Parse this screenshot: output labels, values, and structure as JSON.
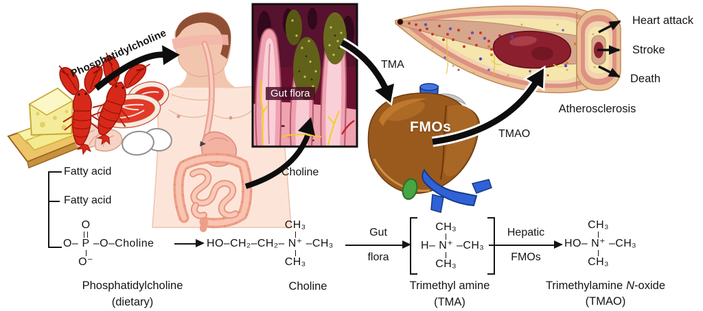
{
  "diagram": {
    "food_label": "Phosphatidylcholine",
    "gut_inset_label": "Gut flora",
    "choline_arrow_label": "Choline",
    "tma_label": "TMA",
    "liver_label": "FMOs",
    "tmao_label": "TMAO",
    "atherosclerosis_label": "Atherosclerosis",
    "outcomes": [
      "Heart attack",
      "Stroke",
      "Death"
    ]
  },
  "chemistry": {
    "phosphatidylcholine": {
      "fatty_acid_1": "Fatty acid",
      "fatty_acid_2": "Fatty acid",
      "left": "O–",
      "top": "O",
      "center": "P",
      "bottom": "O⁻",
      "right": "–O–Choline",
      "name": "Phosphatidylcholine",
      "subname": "(dietary)"
    },
    "choline": {
      "left": "HO–CH₂–CH₂–",
      "top": "CH₃",
      "center": "N⁺",
      "bottom": "CH₃",
      "right": "–CH₃",
      "name": "Choline"
    },
    "gut_flora_arrow": {
      "top": "Gut",
      "bottom": "flora"
    },
    "tma": {
      "left": "H–",
      "top": "CH₃",
      "center": "N⁺",
      "bottom": "CH₃",
      "right": "–CH₃",
      "name": "Trimethyl amine",
      "subname": "(TMA)"
    },
    "hepatic_arrow": {
      "top": "Hepatic",
      "bottom": "FMOs"
    },
    "tmao": {
      "left": "HO–",
      "top": "CH₃",
      "center": "N⁺",
      "bottom": "CH₃",
      "right": "–CH₃",
      "name_pre": "Trimethylamine",
      "name_italic": "N",
      "name_post": "-oxide",
      "subname": "(TMAO)"
    }
  },
  "colors": {
    "background": "#ffffff",
    "arrow_black": "#111111",
    "liver_brown": "#9b5a1d",
    "gut_inset_maroon": "#6b1130",
    "artery_plaque_yellow": "#f5e6ae",
    "label_text": "#141414"
  }
}
